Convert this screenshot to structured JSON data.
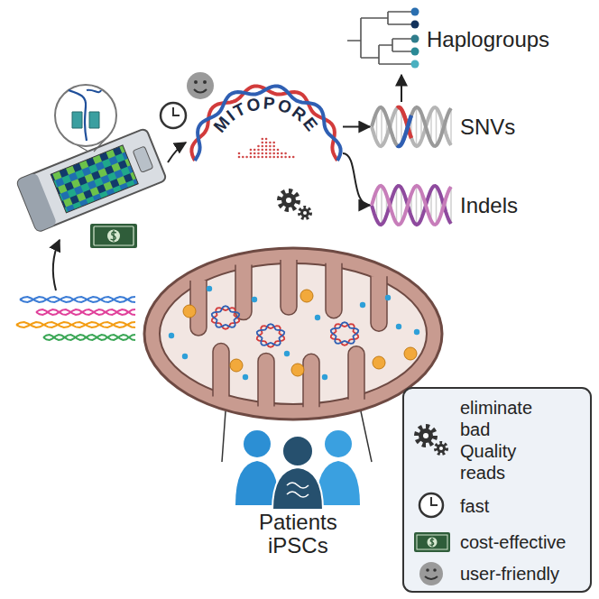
{
  "diagram": {
    "nodes": [
      {
        "text": [
          "Haplogroups"
        ]
      },
      {
        "text": [
          "MITOPORE"
        ]
      },
      {
        "text": [
          "SNVs"
        ]
      },
      {
        "text": [
          "Indels"
        ]
      }
    ],
    "edges": [
      {
        "from": 1,
        "to": 2,
        "arrow": "to"
      },
      {
        "from": 1,
        "to": 3,
        "arrow": "to"
      },
      {
        "from": 2,
        "to": 0,
        "arrow": "to"
      }
    ],
    "labels": [
      "Patients iPSCs"
    ],
    "legend": [
      {
        "text": "eliminate bad Quality reads"
      },
      {
        "text": "fast"
      },
      {
        "text": "cost-effective"
      },
      {
        "text": "user-friendly"
      }
    ]
  }
}
